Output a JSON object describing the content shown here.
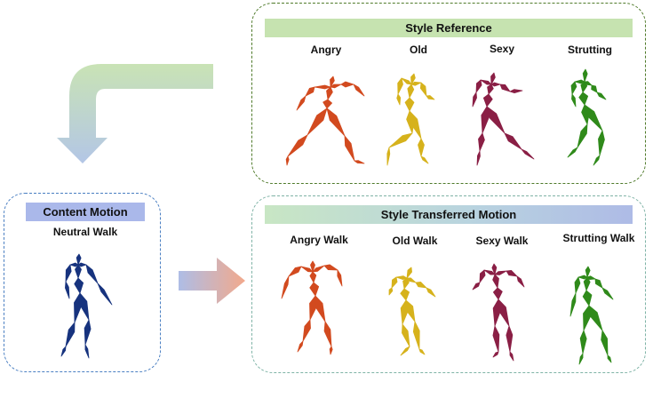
{
  "style_reference": {
    "title": "Style Reference",
    "styles": [
      {
        "label": "Angry",
        "color": "#d24a1f"
      },
      {
        "label": "Old",
        "color": "#d6b21c"
      },
      {
        "label": "Sexy",
        "color": "#8a1f45"
      },
      {
        "label": "Strutting",
        "color": "#2f8a1a"
      }
    ]
  },
  "content_motion": {
    "title": "Content Motion",
    "label": "Neutral Walk",
    "color": "#17337e"
  },
  "style_transferred": {
    "title": "Style Transferred Motion",
    "results": [
      {
        "label": "Angry Walk",
        "color": "#d24a1f"
      },
      {
        "label": "Old Walk",
        "color": "#d6b21c"
      },
      {
        "label": "Sexy Walk",
        "color": "#8a1f45"
      },
      {
        "label": "Strutting Walk",
        "color": "#2f8a1a"
      }
    ]
  },
  "arrows": {
    "curved_arrow_colors": [
      "#c9e3b5",
      "#b3c6e6"
    ],
    "right_arrow_colors": [
      "#aebde6",
      "#f2a98c"
    ]
  }
}
